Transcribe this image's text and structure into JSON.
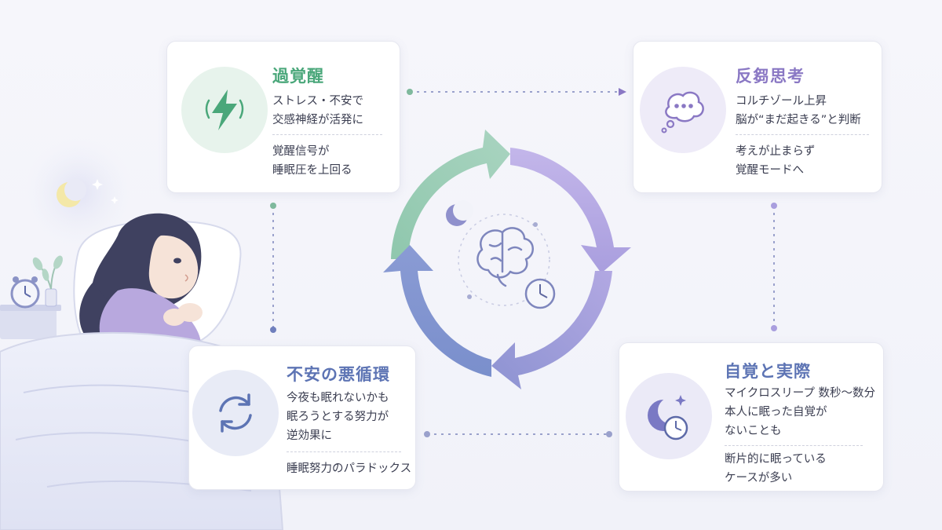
{
  "colors": {
    "green": "#5fae8a",
    "purple": "#8a78c4",
    "blue": "#5d74b4",
    "lavender": "#aaa0dc"
  },
  "cards": {
    "hyperarousal": {
      "title": "過覚醒",
      "lines": [
        "ストレス・不安で",
        "交感神経が活発に"
      ],
      "note": [
        "覚醒信号が",
        "睡眠圧を上回る"
      ],
      "icon": "lightning-bolt-icon"
    },
    "rumination": {
      "title": "反芻思考",
      "lines": [
        "コルチゾール上昇",
        "脳が“まだ起きる”と判断"
      ],
      "note": [
        "考えが止まらず",
        "覚醒モードへ"
      ],
      "icon": "thought-bubble-icon"
    },
    "anxiety_loop": {
      "title": "不安の悪循環",
      "lines": [
        "今夜も眠れないかも",
        "眠ろうとする努力が",
        "逆効果に"
      ],
      "note": [
        "睡眠努力のパラドックス"
      ],
      "icon": "cycle-arrows-icon"
    },
    "perception": {
      "title": "自覚と実際",
      "lines": [
        "マイクロスリープ 数秒〜数分",
        "本人に眠った自覚が",
        "ないことも"
      ],
      "note": [
        "断片的に眠っている",
        "ケースが多い"
      ],
      "icon": "moon-clock-icon"
    }
  },
  "center": {
    "icons": [
      "brain-icon",
      "crescent-moon-icon",
      "clock-icon"
    ]
  },
  "illustration": {
    "subject": "woman-awake-in-bed",
    "icons": [
      "crescent-moon-icon",
      "star-icon",
      "alarm-clock-icon",
      "plant-icon"
    ]
  }
}
